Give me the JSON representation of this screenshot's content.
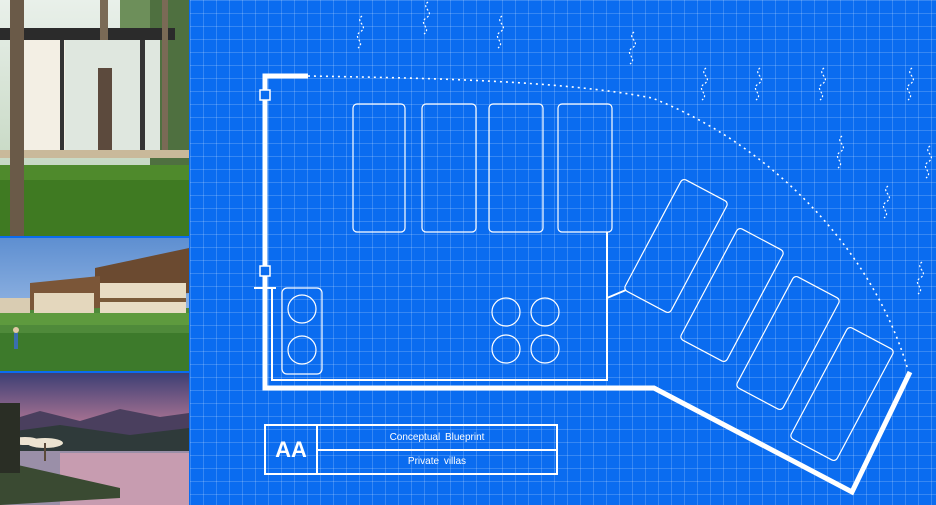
{
  "title_block": {
    "logo": "AA",
    "line1": "Conceptual  Blueprint",
    "line2": "Private villas"
  },
  "photos": [
    {
      "name": "modern-glass-pavilion"
    },
    {
      "name": "hillside-villa-rice-field"
    },
    {
      "name": "infinity-pool-mountains-dusk"
    }
  ],
  "colors": {
    "background": "#0a6cf0",
    "lines": "#ffffff"
  }
}
